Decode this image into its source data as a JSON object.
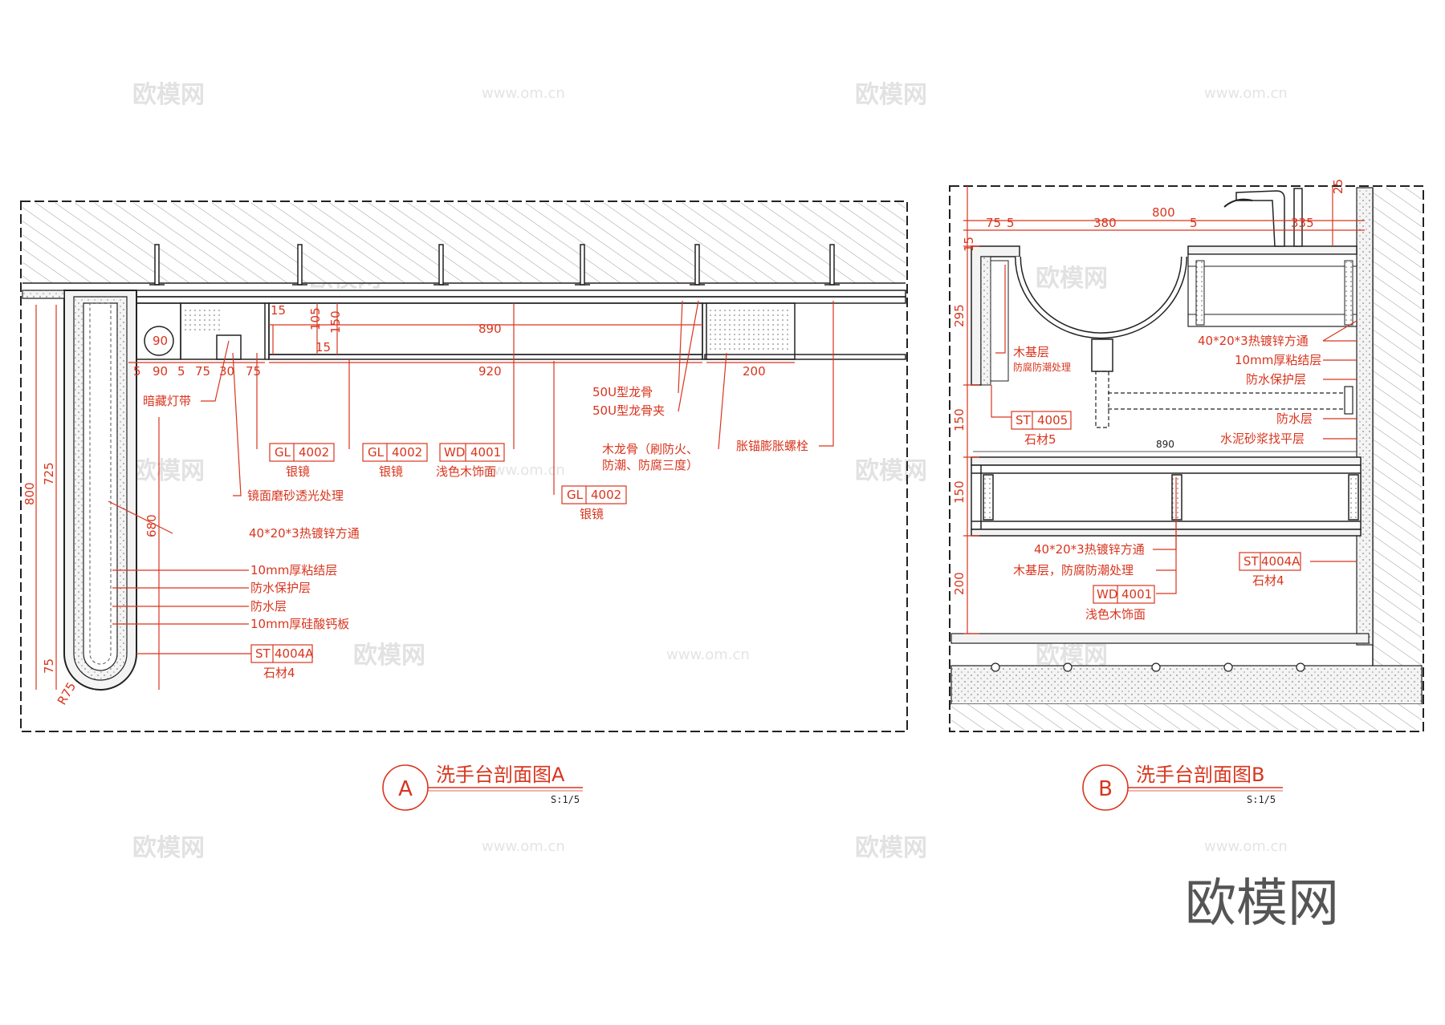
{
  "colors": {
    "annotation": "#d9351e",
    "linework": "#222222",
    "hatch": "#9a9a9a",
    "watermark": "#e2e2e2"
  },
  "watermark": {
    "brand": "欧模网",
    "url": "www.om.cn"
  },
  "logo": "欧模网",
  "section_a": {
    "marker": "A",
    "title": "洗手台剖面图A",
    "scale": "S:1/5",
    "dims_top": [
      "5",
      "90",
      "5",
      "75",
      "30",
      "75"
    ],
    "dim_890": "890",
    "dim_920": "920",
    "dim_200": "200",
    "dim_90": "90",
    "dim_105": "105",
    "dim_150": "150",
    "dim_15a": "15",
    "dim_15b": "15",
    "dims_left": [
      "800",
      "725",
      "75",
      "R75"
    ],
    "dim_680": "680",
    "labels": {
      "led": "暗藏灯带",
      "mirror_frost": "镜面磨砂透光处理",
      "steel_tube": "40*20*3热镀锌方通",
      "bond": "10mm厚粘结层",
      "wp_protect": "防水保护层",
      "waterproof": "防水层",
      "calcium": "10mm厚硅酸钙板",
      "u_keel": "50U型龙骨",
      "u_clip": "50U型龙骨夹",
      "wood_keel_1": "木龙骨（刷防火、",
      "wood_keel_2": "防潮、防腐三度）",
      "bolt": "胀锚膨胀螺栓"
    },
    "tags": [
      {
        "code": "GL",
        "num": "4002",
        "name": "银镜"
      },
      {
        "code": "GL",
        "num": "4002",
        "name": "银镜"
      },
      {
        "code": "WD",
        "num": "4001",
        "name": "浅色木饰面"
      },
      {
        "code": "GL",
        "num": "4002",
        "name": "银镜"
      },
      {
        "code": "ST",
        "num": "4004A",
        "name": "石材4"
      }
    ]
  },
  "section_b": {
    "marker": "B",
    "title": "洗手台剖面图B",
    "scale": "S:1/5",
    "dim_800": "800",
    "dims_top": [
      "75",
      "5",
      "380",
      "5",
      "335"
    ],
    "dim_25": "25",
    "dim_15": "15",
    "dims_left": [
      "295",
      "150",
      "150",
      "200"
    ],
    "dim_890": "890",
    "labels": {
      "wood_base_1": "木基层",
      "wood_base_2": "防腐防潮处理",
      "steel_tube": "40*20*3热镀锌方通",
      "bond": "10mm厚粘结层",
      "wp_protect": "防水保护层",
      "waterproof": "防水层",
      "leveling": "水泥砂浆找平层",
      "steel_tube2": "40*20*3热镀锌方通",
      "wood_base3": "木基层，防腐防潮处理"
    },
    "tags": [
      {
        "code": "ST",
        "num": "4005",
        "name": "石材5"
      },
      {
        "code": "WD",
        "num": "4001",
        "name": "浅色木饰面"
      },
      {
        "code": "ST",
        "num": "4004A",
        "name": "石材4"
      }
    ]
  }
}
